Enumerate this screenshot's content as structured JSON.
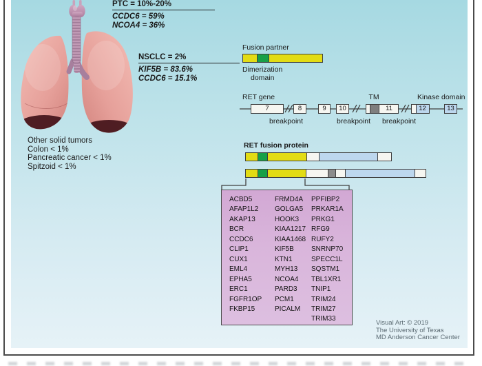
{
  "epidemiology": {
    "ptc_title": "PTC = 10%-20%",
    "ptc_lines": [
      "CCDC6 = 59%",
      "NCOA4 = 36%"
    ],
    "nsclc_title": "NSCLC = 2%",
    "nsclc_lines": [
      "KIF5B = 83.6%",
      "CCDC6 = 15.1%"
    ],
    "other_title": "Other solid tumors",
    "other_lines": [
      "Colon < 1%",
      "Pancreatic cancer < 1%",
      "Spitzoid < 1%"
    ]
  },
  "legend": {
    "fusion_partner": "Fusion partner",
    "dimerization_line1": "Dimerization",
    "dimerization_line2": "domain"
  },
  "ret_gene": {
    "label": "RET gene",
    "tm": "TM",
    "kinase": "Kinase domain",
    "exons": [
      "7",
      "8",
      "9",
      "10",
      "11",
      "12",
      "13"
    ],
    "breakpoints": [
      "breakpoint",
      "breakpoint",
      "breakpoint"
    ]
  },
  "fusion_protein": {
    "label": "RET fusion protein"
  },
  "fusion_partners": {
    "column1": [
      "ACBD5",
      "AFAP1L2",
      "AKAP13",
      "BCR",
      "CCDC6",
      "CLIP1",
      "CUX1",
      "EML4",
      "EPHA5",
      "ERC1",
      "FGFR1OP",
      "FKBP15"
    ],
    "column2": [
      "FRMD4A",
      "GOLGA5",
      "HOOK3",
      "KIAA1217",
      "KIAA1468",
      "KIF5B",
      "KTN1",
      "MYH13",
      "NCOA4",
      "PARD3",
      "PCM1",
      "PICALM"
    ],
    "column3": [
      "PPFIBP2",
      "PRKAR1A",
      "PRKG1",
      "RFG9",
      "RUFY2",
      "SNRNP70",
      "SPECC1L",
      "SQSTM1",
      "TBL1XR1",
      "TNIP1",
      "TRIM24",
      "TRIM27",
      "TRIM33"
    ]
  },
  "credit": [
    "Visual Art: © 2019",
    "The University of Texas",
    "MD Anderson Cancer Center"
  ],
  "colors": {
    "panel_top": "#a6d9e2",
    "panel_bottom": "#e6f2f7",
    "fusion_partner_yellow": "#e3dc14",
    "dimerization_green": "#18a047",
    "kinase_blue": "#bdd7ee",
    "tm_gray": "#7f7f7f",
    "gene_box_purple": "#d2a8d4",
    "outline": "#3f3f3f"
  }
}
